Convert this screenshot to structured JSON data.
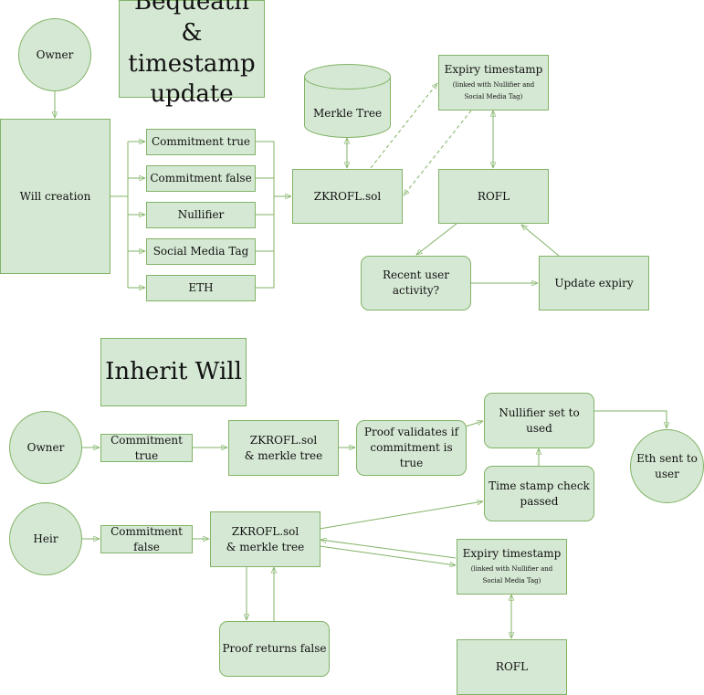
{
  "colors": {
    "fill": "#d5e8d4",
    "stroke": "#82b366",
    "text": "#111111"
  },
  "section1": {
    "title_line1": "Bequeath",
    "title_line2": "& timestamp",
    "title_line3": "update",
    "owner": "Owner",
    "will_creation": "Will creation",
    "items": [
      "Commitment true",
      "Commitment false",
      "Nullifier",
      "Social Media Tag",
      "ETH"
    ],
    "zkrofl": "ZKROFL.sol",
    "merkle_tree": "Merkle Tree",
    "expiry_title": "Expiry timestamp",
    "expiry_note_line1": "(linked with Nullifier and",
    "expiry_note_line2": "Social Media Tag)",
    "rofl": "ROFL",
    "recent_activity": "Recent user activity?",
    "update_expiry": "Update expiry"
  },
  "section2": {
    "title": "Inherit Will",
    "owner": "Owner",
    "owner_commitment": "Commitment true",
    "zk_line1": "ZKROFL.sol",
    "zk_line2": "& merkle tree",
    "proof_line1": "Proof validates if",
    "proof_line2": "commitment is true",
    "nullifier_used": "Nullifier set to used",
    "eth_sent": "Eth sent to user",
    "timestamp_line1": "Time stamp check",
    "timestamp_line2": "passed",
    "heir": "Heir",
    "heir_commitment": "Commitment false",
    "heir_zk_line1": "ZKROFL.sol",
    "heir_zk_line2": "& merkle tree",
    "expiry_title": "Expiry timestamp",
    "expiry_note_line1": "(linked with Nullifier and",
    "expiry_note_line2": "Social Media Tag)",
    "proof_false": "Proof returns false",
    "rofl": "ROFL"
  }
}
